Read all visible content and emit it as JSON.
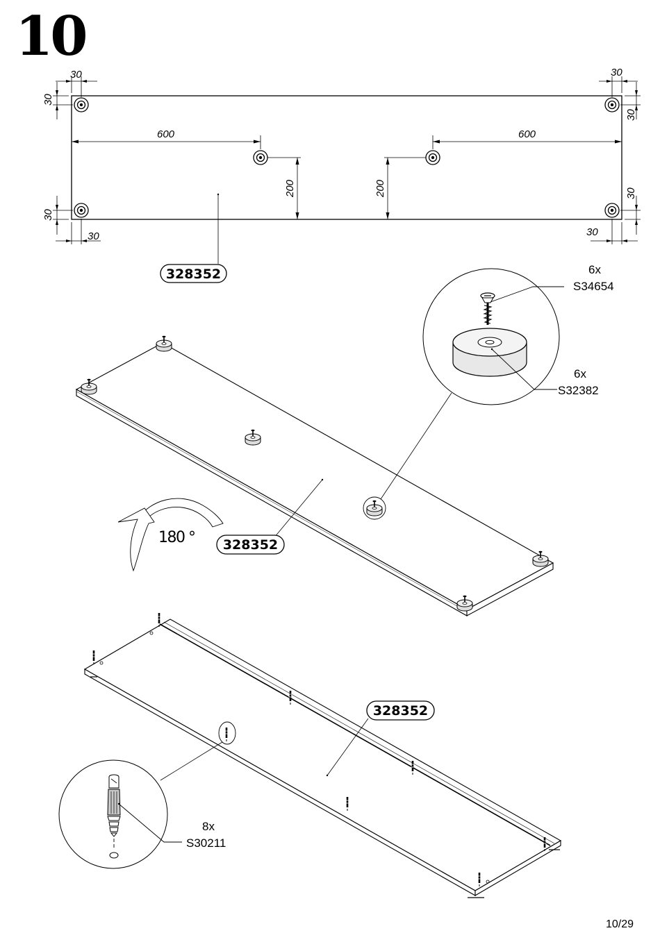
{
  "step": {
    "number": "10"
  },
  "page": {
    "number": "10/29"
  },
  "top_view": {
    "dims": {
      "tl_x": "30",
      "tl_y": "30",
      "tr_x": "30",
      "tr_y": "30",
      "bl_x": "30",
      "bl_y": "30",
      "br_x": "30",
      "br_y": "30",
      "left_600": "600",
      "right_600": "600",
      "left_200": "200",
      "right_200": "200"
    },
    "part_label": "328352"
  },
  "feet_view": {
    "rotation": "180 °",
    "part_label": "328352",
    "screw_qty": "6x",
    "screw_code": "S34654",
    "foot_qty": "6x",
    "foot_code": "S32382"
  },
  "dowel_view": {
    "part_label": "328352",
    "dowel_qty": "8x",
    "dowel_code": "S30211"
  }
}
